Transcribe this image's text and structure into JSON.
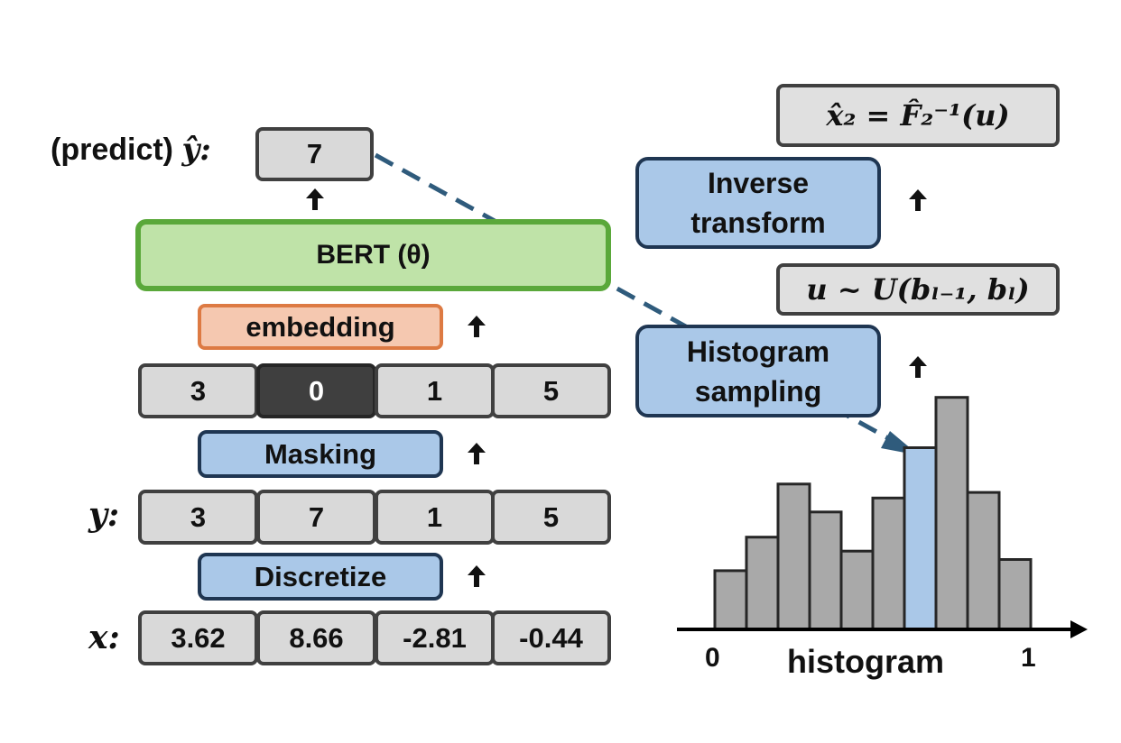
{
  "left": {
    "predict_label": "(predict)",
    "predict_symbol": "ŷ:",
    "predict_value": "7",
    "bert_label": "BERT (θ)",
    "embedding_label": "embedding",
    "masked_tokens": [
      "3",
      "0",
      "1",
      "5"
    ],
    "masking_label": "Masking",
    "y_label": "y:",
    "y_tokens": [
      "3",
      "7",
      "1",
      "5"
    ],
    "discretize_label": "Discretize",
    "x_label": "x:",
    "x_values": [
      "3.62",
      "8.66",
      "-2.81",
      "-0.44"
    ]
  },
  "right": {
    "formula_top": "x̂₂ = F̂₂⁻¹(u)",
    "inverse_line1": "Inverse",
    "inverse_line2": "transform",
    "formula_u": "u ~ U(bₗ₋₁, bₗ)",
    "sampling_line1": "Histogram",
    "sampling_line2": "sampling"
  },
  "chart_data": {
    "type": "bar",
    "title": "",
    "xlabel": "histogram",
    "ylabel": "",
    "x_tick_labels": [
      "0",
      "1"
    ],
    "values": [
      2.1,
      3.3,
      5.2,
      4.2,
      2.8,
      4.7,
      6.5,
      8.3,
      4.9,
      2.5
    ],
    "highlight_index": 6,
    "colors": {
      "bar": "#a9a9a9",
      "highlight": "#aac8e8",
      "edge": "#262626"
    }
  },
  "colors": {
    "arrow_dash": "#2f5b7c",
    "green_border": "#5aa83a",
    "orange_border": "#dd7a43",
    "blue_border": "#1f3652"
  }
}
